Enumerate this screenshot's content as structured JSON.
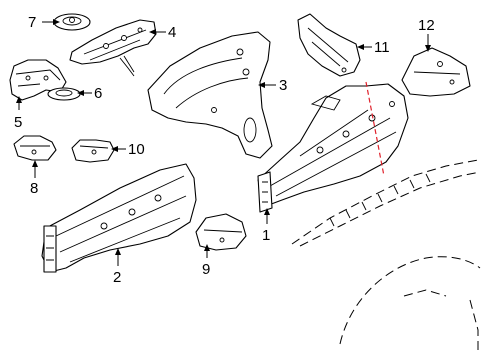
{
  "callouts": {
    "c1": "1",
    "c2": "2",
    "c3": "3",
    "c4": "4",
    "c5": "5",
    "c6": "6",
    "c7": "7",
    "c8": "8",
    "c9": "9",
    "c10": "10",
    "c11": "11",
    "c12": "12"
  },
  "colors": {
    "line": "#000000",
    "cut_line": "#e0212b",
    "background": "#ffffff"
  }
}
